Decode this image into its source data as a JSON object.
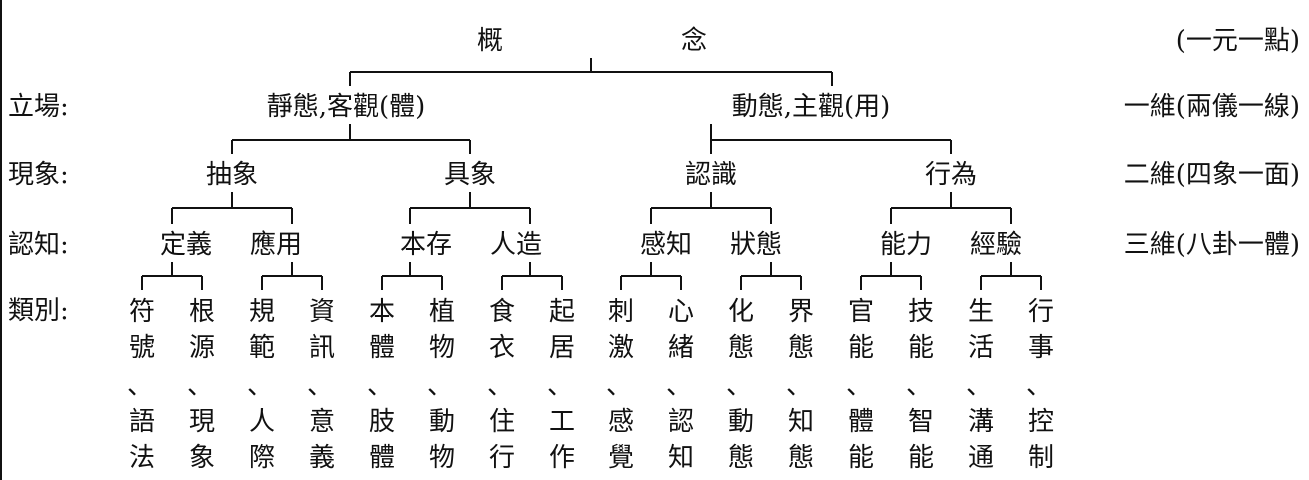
{
  "root": {
    "left": "概",
    "right": "念",
    "note": "(一元一點)"
  },
  "rows": {
    "lichang": {
      "label": "立場:",
      "note": "一維(兩儀一線)"
    },
    "xianxiang": {
      "label": "現象:",
      "note": "二維(四象一面)"
    },
    "renzhi": {
      "label": "認知:",
      "note": "三維(八卦一體)"
    },
    "leibie": {
      "label": "類別:"
    }
  },
  "level1": [
    "靜態,客觀(體)",
    "動態,主觀(用)"
  ],
  "level2": [
    "抽象",
    "具象",
    "認識",
    "行為"
  ],
  "level3": [
    "定義",
    "應用",
    "本存",
    "人造",
    "感知",
    "狀態",
    "能力",
    "經驗"
  ],
  "leaves": [
    {
      "top": "符號",
      "bottom": "語法"
    },
    {
      "top": "根源",
      "bottom": "現象"
    },
    {
      "top": "規範",
      "bottom": "人際"
    },
    {
      "top": "資訊",
      "bottom": "意義"
    },
    {
      "top": "本體",
      "bottom": "肢體"
    },
    {
      "top": "植物",
      "bottom": "動物"
    },
    {
      "top": "食衣",
      "bottom": "住行"
    },
    {
      "top": "起居",
      "bottom": "工作"
    },
    {
      "top": "刺激",
      "bottom": "感覺"
    },
    {
      "top": "心緒",
      "bottom": "認知"
    },
    {
      "top": "化態",
      "bottom": "動態"
    },
    {
      "top": "界態",
      "bottom": "知態"
    },
    {
      "top": "官能",
      "bottom": "體能"
    },
    {
      "top": "技能",
      "bottom": "智能"
    },
    {
      "top": "生活",
      "bottom": "溝通"
    },
    {
      "top": "行事",
      "bottom": "控制"
    }
  ],
  "separator": "、"
}
